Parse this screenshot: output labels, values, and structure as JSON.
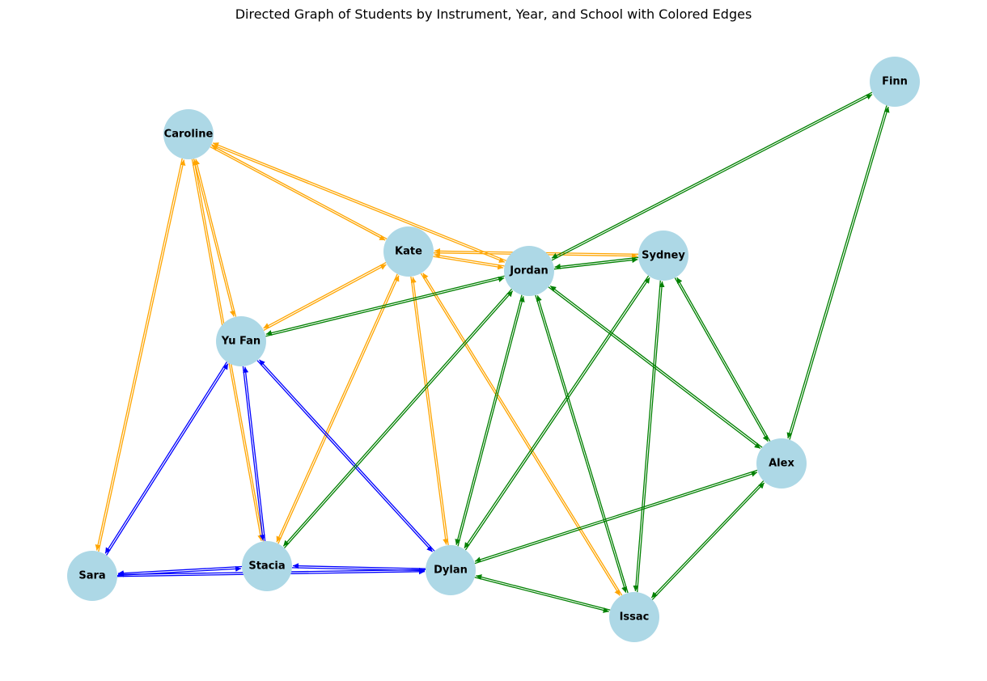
{
  "title": "Directed Graph of Students by Instrument, Year, and School with Colored Edges",
  "colors": {
    "node_fill": "#add8e6",
    "instrument_edge": "#ffa500",
    "year_edge": "#0000ff",
    "school_edge": "#008000"
  },
  "nodes": [
    {
      "id": "Finn",
      "label": "Finn"
    },
    {
      "id": "Caroline",
      "label": "Caroline"
    },
    {
      "id": "Kate",
      "label": "Kate"
    },
    {
      "id": "Jordan",
      "label": "Jordan"
    },
    {
      "id": "Sydney",
      "label": "Sydney"
    },
    {
      "id": "Yu Fan",
      "label": "Yu Fan"
    },
    {
      "id": "Alex",
      "label": "Alex"
    },
    {
      "id": "Sara",
      "label": "Sara"
    },
    {
      "id": "Stacia",
      "label": "Stacia"
    },
    {
      "id": "Dylan",
      "label": "Dylan"
    },
    {
      "id": "Issac",
      "label": "Issac"
    }
  ],
  "edges": [
    {
      "from": "Caroline",
      "to": "Kate",
      "color": "orange"
    },
    {
      "from": "Kate",
      "to": "Caroline",
      "color": "orange"
    },
    {
      "from": "Caroline",
      "to": "Jordan",
      "color": "orange"
    },
    {
      "from": "Jordan",
      "to": "Caroline",
      "color": "orange"
    },
    {
      "from": "Caroline",
      "to": "Yu Fan",
      "color": "orange"
    },
    {
      "from": "Yu Fan",
      "to": "Caroline",
      "color": "orange"
    },
    {
      "from": "Caroline",
      "to": "Sara",
      "color": "orange"
    },
    {
      "from": "Sara",
      "to": "Caroline",
      "color": "orange"
    },
    {
      "from": "Caroline",
      "to": "Stacia",
      "color": "orange"
    },
    {
      "from": "Stacia",
      "to": "Caroline",
      "color": "orange"
    },
    {
      "from": "Kate",
      "to": "Jordan",
      "color": "orange"
    },
    {
      "from": "Jordan",
      "to": "Kate",
      "color": "orange"
    },
    {
      "from": "Kate",
      "to": "Sydney",
      "color": "orange"
    },
    {
      "from": "Sydney",
      "to": "Kate",
      "color": "orange"
    },
    {
      "from": "Kate",
      "to": "Yu Fan",
      "color": "orange"
    },
    {
      "from": "Yu Fan",
      "to": "Kate",
      "color": "orange"
    },
    {
      "from": "Kate",
      "to": "Stacia",
      "color": "orange"
    },
    {
      "from": "Stacia",
      "to": "Kate",
      "color": "orange"
    },
    {
      "from": "Kate",
      "to": "Dylan",
      "color": "orange"
    },
    {
      "from": "Dylan",
      "to": "Kate",
      "color": "orange"
    },
    {
      "from": "Kate",
      "to": "Issac",
      "color": "orange"
    },
    {
      "from": "Issac",
      "to": "Kate",
      "color": "orange"
    },
    {
      "from": "Yu Fan",
      "to": "Sara",
      "color": "blue"
    },
    {
      "from": "Sara",
      "to": "Yu Fan",
      "color": "blue"
    },
    {
      "from": "Yu Fan",
      "to": "Stacia",
      "color": "blue"
    },
    {
      "from": "Stacia",
      "to": "Yu Fan",
      "color": "blue"
    },
    {
      "from": "Yu Fan",
      "to": "Dylan",
      "color": "blue"
    },
    {
      "from": "Dylan",
      "to": "Yu Fan",
      "color": "blue"
    },
    {
      "from": "Sara",
      "to": "Stacia",
      "color": "blue"
    },
    {
      "from": "Stacia",
      "to": "Sara",
      "color": "blue"
    },
    {
      "from": "Sara",
      "to": "Dylan",
      "color": "blue"
    },
    {
      "from": "Dylan",
      "to": "Sara",
      "color": "blue"
    },
    {
      "from": "Stacia",
      "to": "Dylan",
      "color": "blue"
    },
    {
      "from": "Dylan",
      "to": "Stacia",
      "color": "blue"
    },
    {
      "from": "Jordan",
      "to": "Finn",
      "color": "green"
    },
    {
      "from": "Finn",
      "to": "Jordan",
      "color": "green"
    },
    {
      "from": "Finn",
      "to": "Alex",
      "color": "green"
    },
    {
      "from": "Alex",
      "to": "Finn",
      "color": "green"
    },
    {
      "from": "Jordan",
      "to": "Sydney",
      "color": "green"
    },
    {
      "from": "Sydney",
      "to": "Jordan",
      "color": "green"
    },
    {
      "from": "Jordan",
      "to": "Yu Fan",
      "color": "green"
    },
    {
      "from": "Yu Fan",
      "to": "Jordan",
      "color": "green"
    },
    {
      "from": "Jordan",
      "to": "Stacia",
      "color": "green"
    },
    {
      "from": "Stacia",
      "to": "Jordan",
      "color": "green"
    },
    {
      "from": "Jordan",
      "to": "Dylan",
      "color": "green"
    },
    {
      "from": "Dylan",
      "to": "Jordan",
      "color": "green"
    },
    {
      "from": "Jordan",
      "to": "Issac",
      "color": "green"
    },
    {
      "from": "Issac",
      "to": "Jordan",
      "color": "green"
    },
    {
      "from": "Jordan",
      "to": "Alex",
      "color": "green"
    },
    {
      "from": "Alex",
      "to": "Jordan",
      "color": "green"
    },
    {
      "from": "Sydney",
      "to": "Dylan",
      "color": "green"
    },
    {
      "from": "Dylan",
      "to": "Sydney",
      "color": "green"
    },
    {
      "from": "Sydney",
      "to": "Issac",
      "color": "green"
    },
    {
      "from": "Issac",
      "to": "Sydney",
      "color": "green"
    },
    {
      "from": "Sydney",
      "to": "Alex",
      "color": "green"
    },
    {
      "from": "Alex",
      "to": "Sydney",
      "color": "green"
    },
    {
      "from": "Alex",
      "to": "Dylan",
      "color": "green"
    },
    {
      "from": "Dylan",
      "to": "Alex",
      "color": "green"
    },
    {
      "from": "Alex",
      "to": "Issac",
      "color": "green"
    },
    {
      "from": "Issac",
      "to": "Alex",
      "color": "green"
    },
    {
      "from": "Dylan",
      "to": "Issac",
      "color": "green"
    },
    {
      "from": "Issac",
      "to": "Dylan",
      "color": "green"
    }
  ]
}
